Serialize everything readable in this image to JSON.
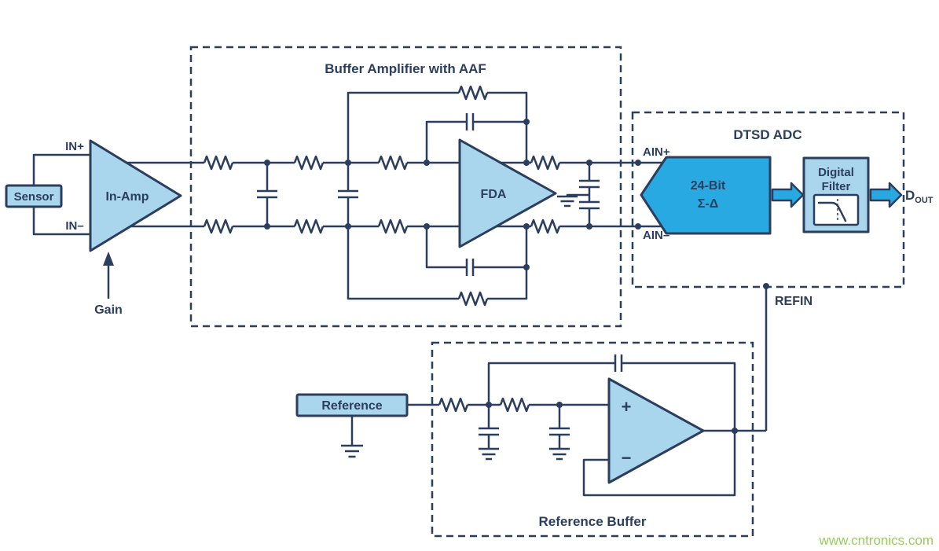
{
  "input": {
    "sensor": "Sensor",
    "in_plus": "IN+",
    "in_minus": "IN–",
    "in_amp": "In-Amp",
    "gain": "Gain"
  },
  "buffer": {
    "title": "Buffer Amplifier with AAF",
    "fda": "FDA"
  },
  "adc": {
    "title": "DTSD ADC",
    "ain_plus": "AIN+",
    "ain_minus": "AIN–",
    "modulator_line1": "24-Bit",
    "modulator_line2": "Σ-Δ",
    "filter_line1": "Digital",
    "filter_line2": "Filter",
    "dout_base": "D",
    "dout_sub": "OUT",
    "refin": "REFIN"
  },
  "reference": {
    "source": "Reference",
    "buffer_title": "Reference Buffer",
    "opamp_plus": "+",
    "opamp_minus": "−"
  },
  "watermark": "www.cntronics.com",
  "colors": {
    "line_navy": "#2c3e5d",
    "fill_light_blue": "#a9d6ec",
    "fill_cyan": "#29a9e1",
    "watermark_green": "#9aca60",
    "background": "#ffffff"
  }
}
